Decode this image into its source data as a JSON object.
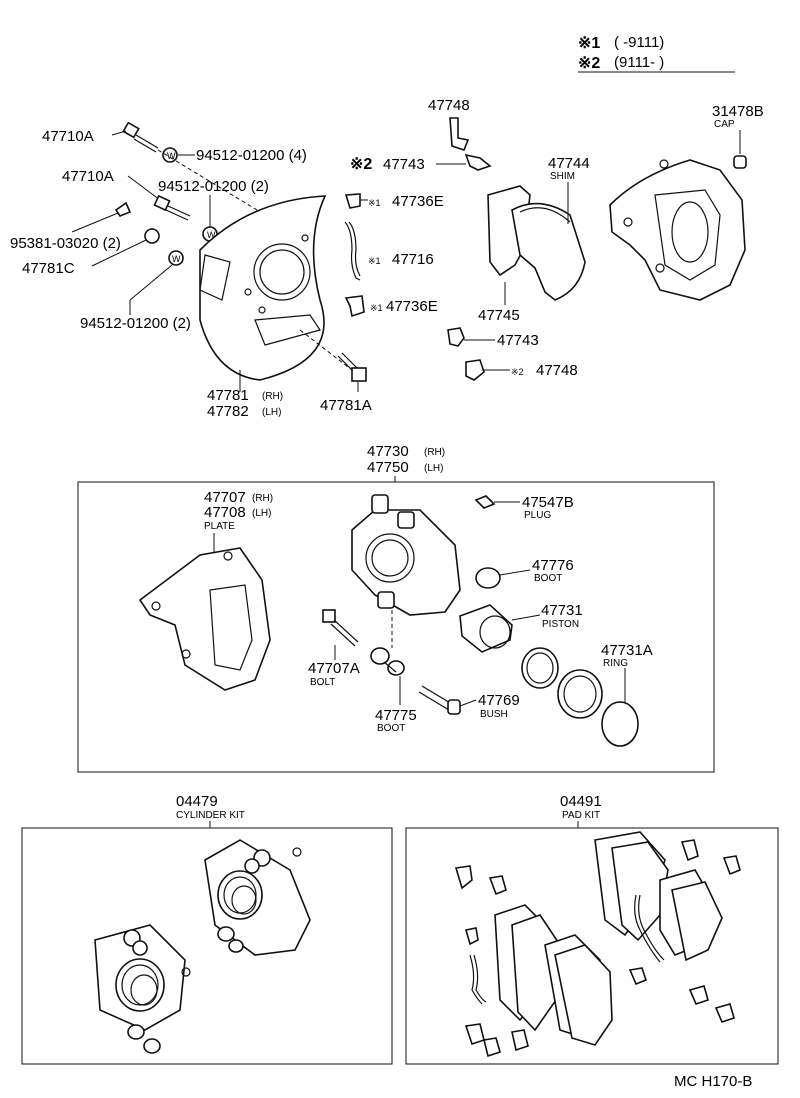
{
  "legend": {
    "row1": {
      "mark": "※1",
      "range": "(        -9111)"
    },
    "row2": {
      "mark": "※2",
      "range": "(9111-        )"
    }
  },
  "parts": {
    "p47710A_1": "47710A",
    "p94512_1": "94512-01200 (4)",
    "p47710A_2": "47710A",
    "p94512_2": "94512-01200 (2)",
    "p95381": "95381-03020 (2)",
    "p47781C": "47781C",
    "p94512_3": "94512-01200 (2)",
    "p47781": "47781",
    "p47781_rh": "(RH)",
    "p47782": "47782",
    "p47782_lh": "(LH)",
    "p47781A": "47781A",
    "p47748_top": "47748",
    "p47743_top_mark": "※2",
    "p47743_top": "47743",
    "p47736E_1_mark": "※1",
    "p47736E_1": "47736E",
    "p47716_mark": "※1",
    "p47716": "47716",
    "p47736E_2_mark": "※1",
    "p47736E_2": "47736E",
    "p47744": "47744",
    "p47744_sub": "SHIM",
    "p47745": "47745",
    "p47743_bot": "47743",
    "p47748_bot_mark": "※2",
    "p47748_bot": "47748",
    "p31478B": "31478B",
    "p31478B_sub": "CAP",
    "p47730": "47730",
    "p47730_rh": "(RH)",
    "p47750": "47750",
    "p47750_lh": "(LH)",
    "p47707": "47707",
    "p47707_rh": "(RH)",
    "p47708": "47708",
    "p47708_lh": "(LH)",
    "p47708_sub": "PLATE",
    "p47547B": "47547B",
    "p47547B_sub": "PLUG",
    "p47776": "47776",
    "p47776_sub": "BOOT",
    "p47731": "47731",
    "p47731_sub": "PISTON",
    "p47731A": "47731A",
    "p47731A_sub": "RING",
    "p47707A": "47707A",
    "p47707A_sub": "BOLT",
    "p47769": "47769",
    "p47769_sub": "BUSH",
    "p47775": "47775",
    "p47775_sub": "BOOT",
    "p04479": "04479",
    "p04479_sub": "CYLINDER KIT",
    "p04491": "04491",
    "p04491_sub": "PAD KIT"
  },
  "footer": {
    "code": "MC H170-B"
  }
}
